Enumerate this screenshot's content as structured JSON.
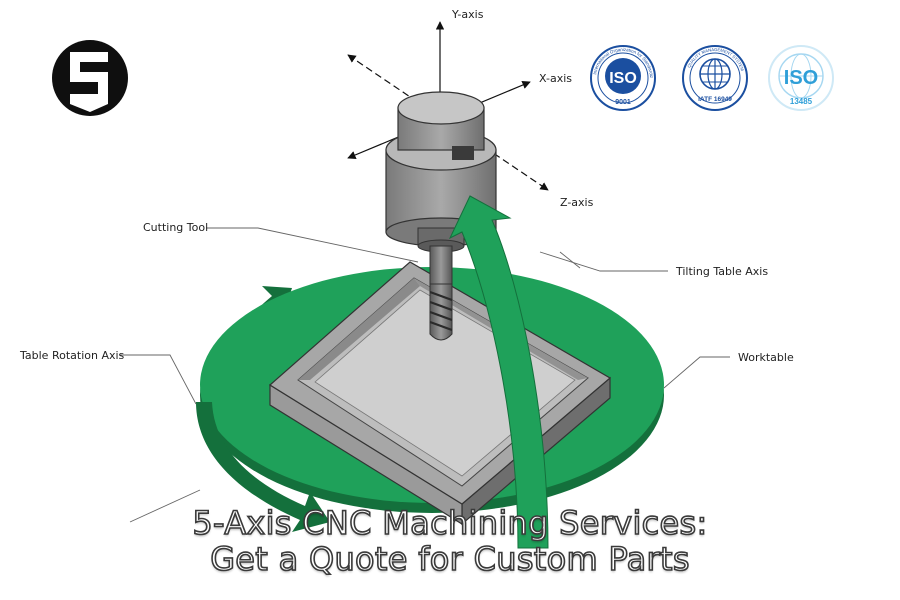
{
  "axes": {
    "y_label": "Y-axis",
    "x_label": "X-axis",
    "z_label": "Z-axis"
  },
  "callouts": {
    "cutting_tool": "Cutting Tool",
    "tilting_table_axis": "Tilting Table Axis",
    "table_rotation_axis": "Table Rotation Axis",
    "worktable": "Worktable"
  },
  "badges": [
    {
      "main": "ISO",
      "number": "9001",
      "ring_text": "International Organization for Standardization"
    },
    {
      "main": "",
      "number": "IATF 16949",
      "ring_text": "QUALITY MANAGEMENT SYSTEM"
    },
    {
      "main": "ISO",
      "number": "13485",
      "ring_text": ""
    }
  ],
  "headline": {
    "line1": "5-Axis CNC Machining Services:",
    "line2": "Get a Quote for Custom Parts"
  },
  "colors": {
    "accent_green": "#1fa15a",
    "dark_green": "#14703c",
    "badge_blue": "#1b4fa0",
    "badge_light": "#5fb8e6",
    "metal": "#8f8f8f"
  },
  "icons": {
    "logo": "shield-s-logo-icon"
  }
}
